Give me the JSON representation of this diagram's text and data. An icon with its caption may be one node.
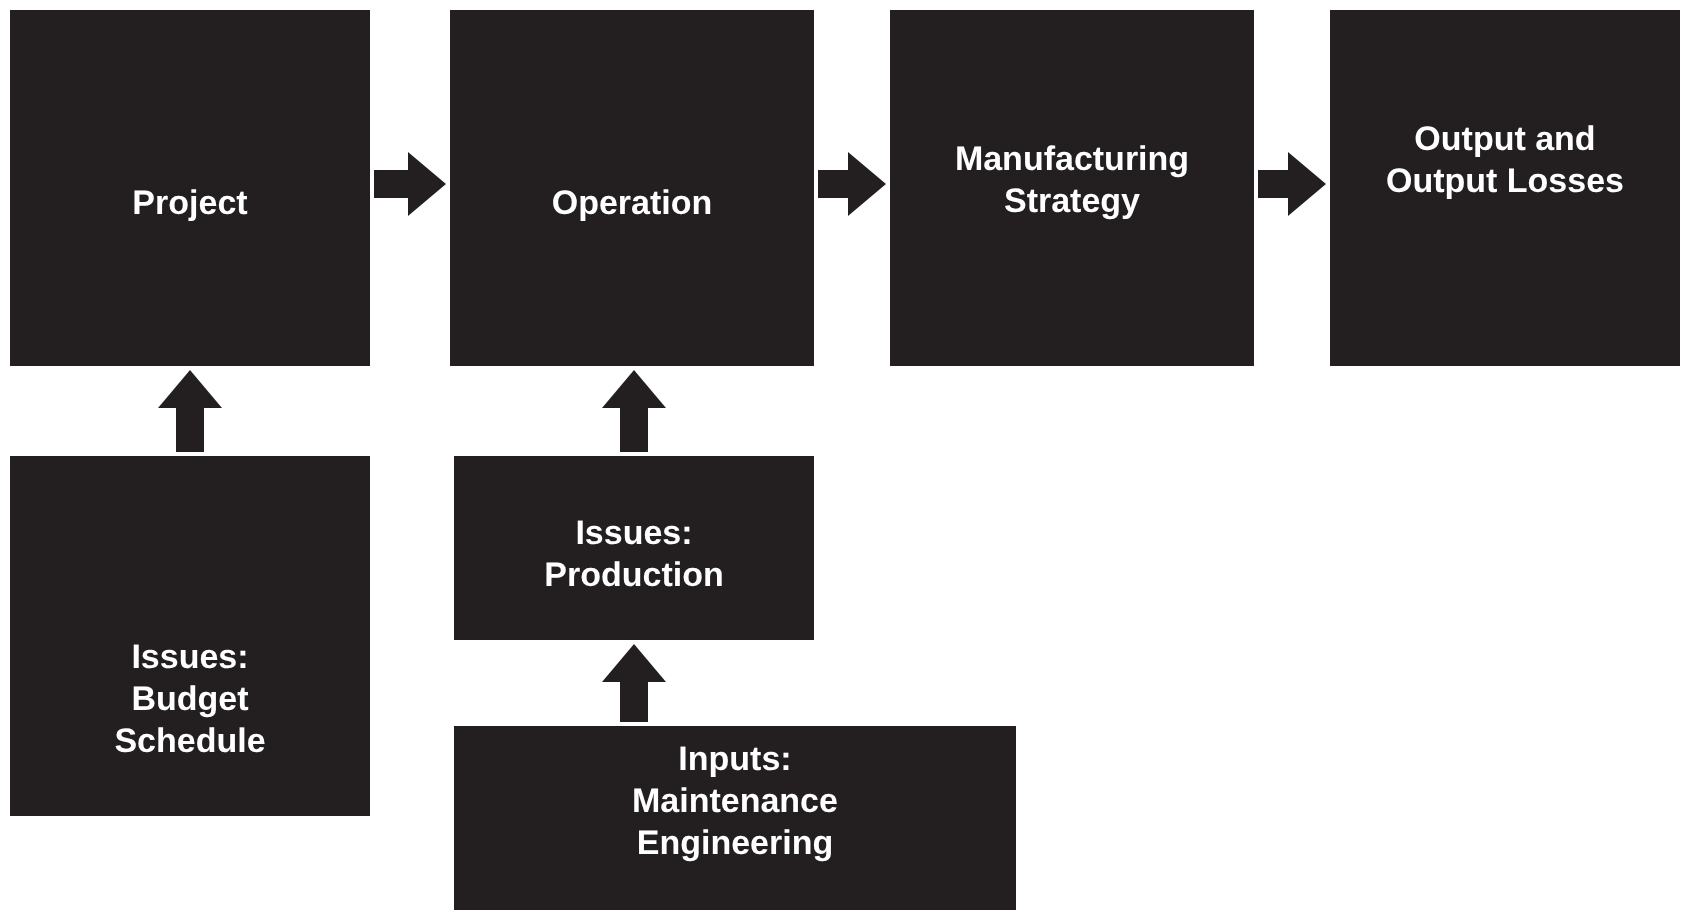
{
  "diagram": {
    "nodes": [
      {
        "text": [
          "Project"
        ]
      },
      {
        "text": [
          "Operation"
        ]
      },
      {
        "text": [
          "Manufacturing Strategy"
        ]
      },
      {
        "text": [
          "Output and Output Losses"
        ]
      },
      {
        "text": [
          "Issues: Budget Schedule"
        ]
      },
      {
        "text": [
          "Issues: Production"
        ]
      },
      {
        "text": [
          "Inputs: Maintenance Engineering"
        ]
      }
    ],
    "edges": [
      {
        "from": 0,
        "to": 1,
        "arrow": "to"
      },
      {
        "from": 1,
        "to": 2,
        "arrow": "to"
      },
      {
        "from": 2,
        "to": 3,
        "arrow": "to"
      },
      {
        "from": 4,
        "to": 0,
        "arrow": "to"
      },
      {
        "from": 5,
        "to": 1,
        "arrow": "to"
      },
      {
        "from": 6,
        "to": 5,
        "arrow": "to"
      }
    ]
  }
}
